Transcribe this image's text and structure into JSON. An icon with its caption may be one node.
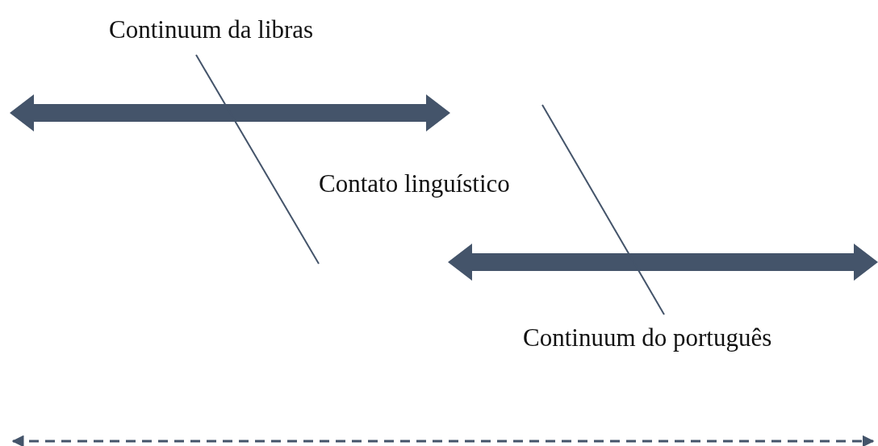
{
  "diagram": {
    "nodes": [
      {
        "text": [
          "Continuum da libras"
        ]
      },
      {
        "text": [
          "Continuum do português"
        ]
      }
    ],
    "labels": [
      "Contato linguístico"
    ]
  }
}
